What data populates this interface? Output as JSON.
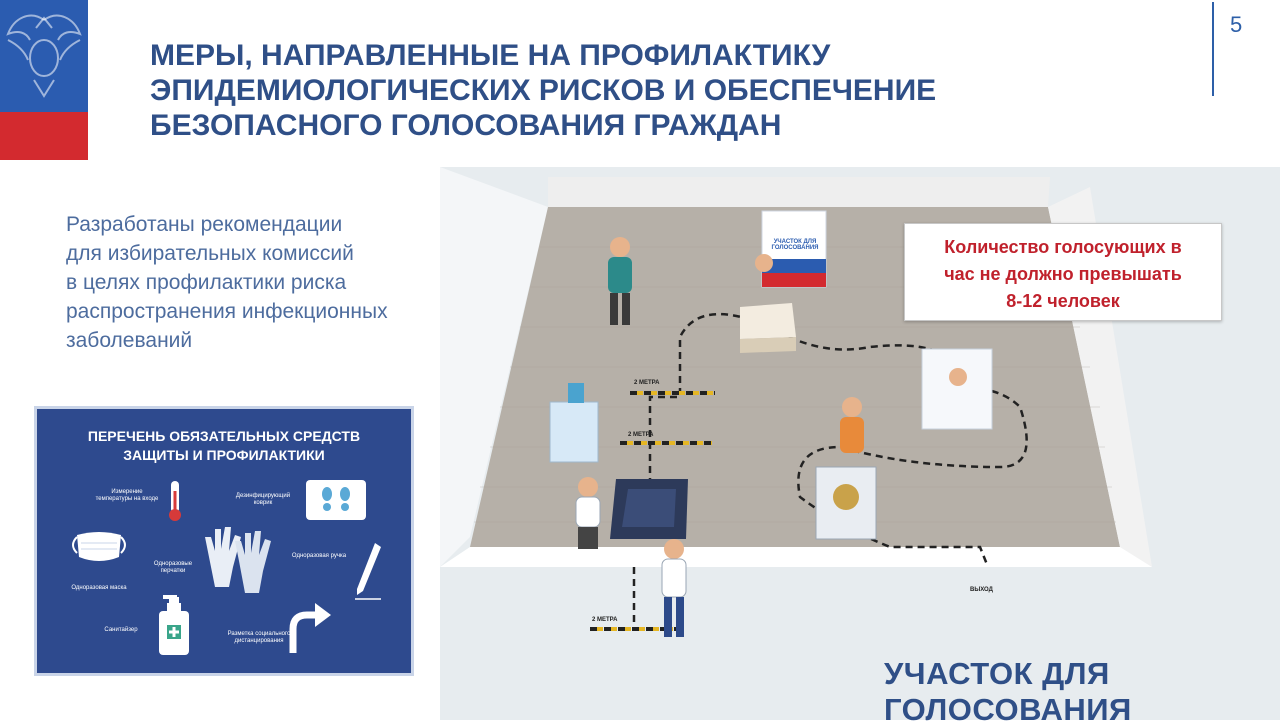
{
  "page_number": "5",
  "title_lines": [
    "МЕРЫ, НАПРАВЛЕННЫЕ НА ПРОФИЛАКТИКУ",
    "ЭПИДЕМИОЛОГИЧЕСКИХ РИСКОВ И ОБЕСПЕЧЕНИЕ",
    "БЕЗОПАСНОГО ГОЛОСОВАНИЯ ГРАЖДАН"
  ],
  "intro_lines": [
    "Разработаны рекомендации",
    "для избирательных комиссий",
    "в целях профилактики риска",
    "распространения инфекционных",
    "заболеваний"
  ],
  "poster": {
    "title_lines": [
      "ПЕРЕЧЕНЬ ОБЯЗАТЕЛЬНЫХ СРЕДСТВ",
      "ЗАЩИТЫ И ПРОФИЛАКТИКИ"
    ],
    "items": {
      "thermometer": "Измерение температуры на входе",
      "mat": "Дезинфицирующий коврик",
      "mask": "Одноразовая маска",
      "gloves": "Одноразовые перчатки",
      "pen": "Одноразовая ручка",
      "sanitizer": "Санитайзер",
      "marking": "Разметка социального дистанцирования"
    }
  },
  "scene": {
    "info_lines": [
      "Количество голосующих в",
      "час не должно превышать",
      "8-12 человек"
    ],
    "distance_label": "2 МЕТРА",
    "exit_label": "ВЫХОД",
    "stand_label": "УЧАСТОК ДЛЯ ГОЛОСОВАНИЯ",
    "station_title": "УЧАСТОК ДЛЯ ГОЛОСОВАНИЯ"
  },
  "colors": {
    "title": "#2f4f87",
    "intro": "#4d6c9e",
    "accent_red": "#c0212c",
    "poster_bg": "#2e4a8e"
  }
}
